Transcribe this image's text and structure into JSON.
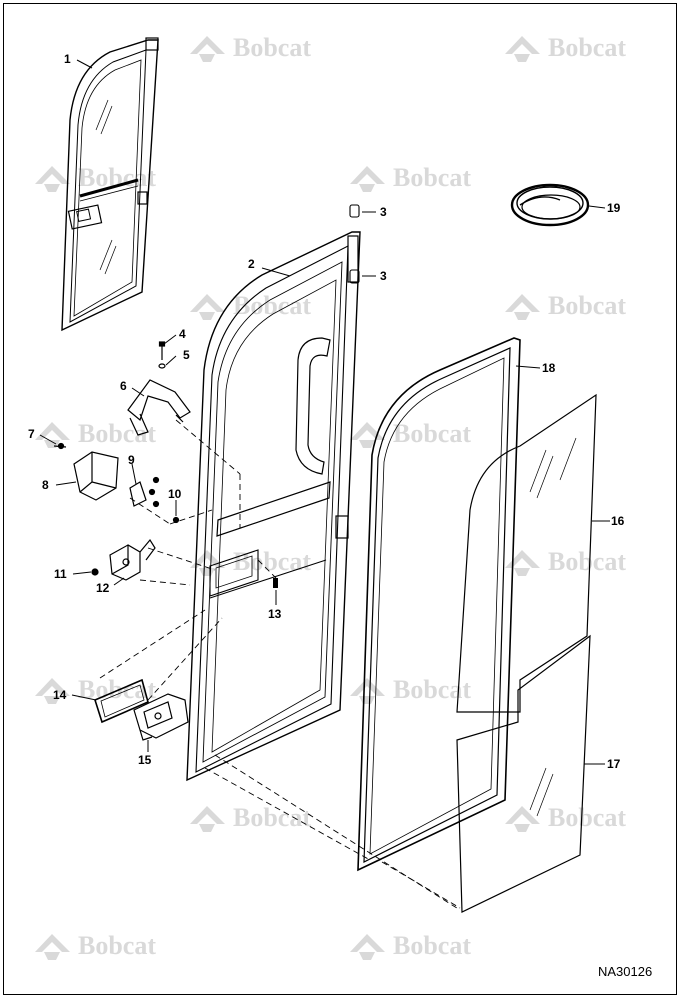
{
  "diagram": {
    "reference_code": "NA30126",
    "watermark_text": "Bobcat",
    "callouts": [
      "1",
      "2",
      "3",
      "3",
      "4",
      "5",
      "6",
      "7",
      "8",
      "9",
      "10",
      "11",
      "12",
      "13",
      "14",
      "15",
      "16",
      "17",
      "18",
      "19"
    ],
    "colors": {
      "line": "#000000",
      "watermark": "#d9d9d9",
      "background": "#ffffff"
    }
  }
}
